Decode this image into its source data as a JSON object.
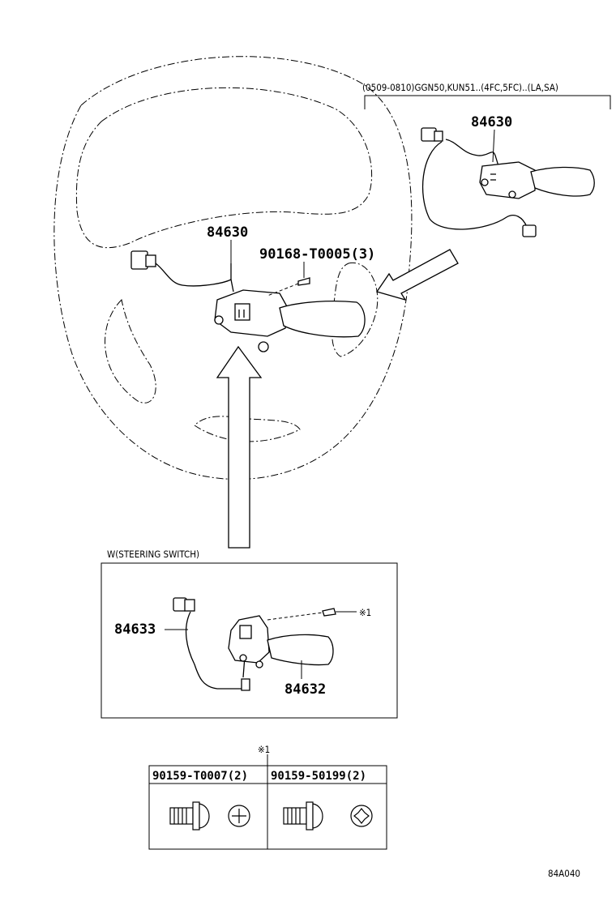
{
  "applicability_note": "(0509-0810)GGN50,KUN51..(4FC,5FC)..(LA,SA)",
  "callouts": {
    "inset_switch": "84630",
    "main_switch": "84630",
    "main_screw": "90168-T0005(3)",
    "wire": "84633",
    "switch_body": "84632"
  },
  "box": {
    "label": "W(STEERING SWITCH)",
    "screw_marker": "※1"
  },
  "table": {
    "marker": "※1",
    "col1_header": "90159-T0007(2)",
    "col2_header": "90159-50199(2)"
  },
  "figure_code": "84A040"
}
